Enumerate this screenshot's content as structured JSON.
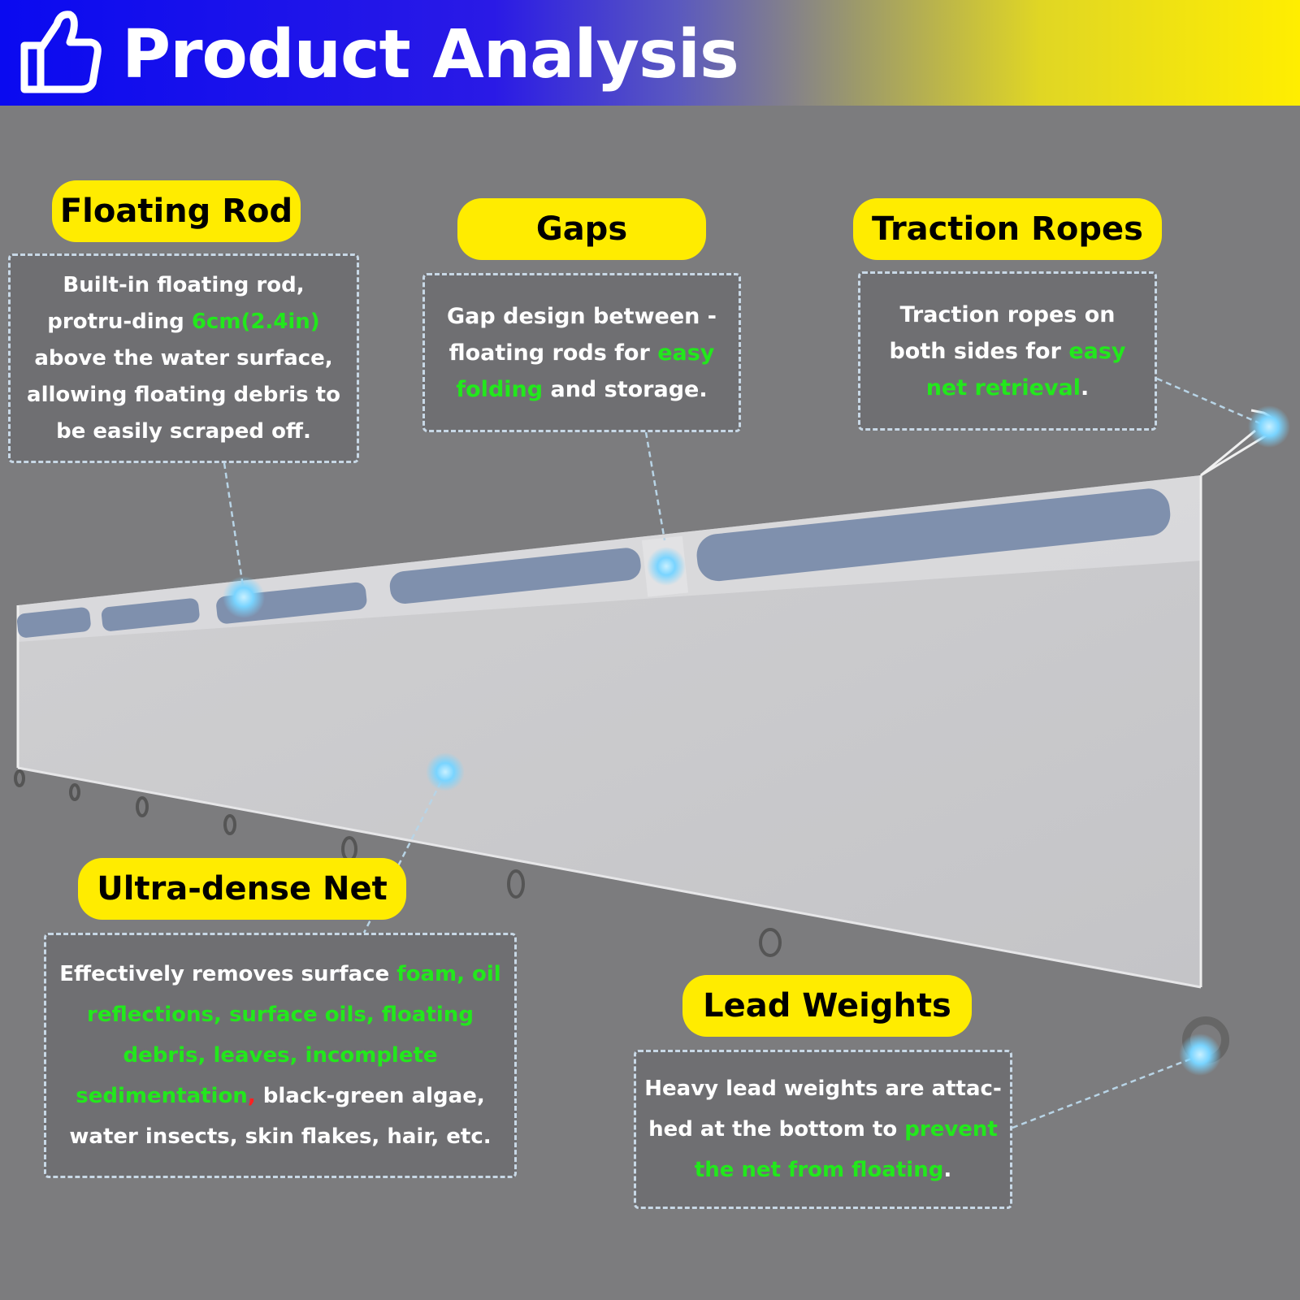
{
  "header": {
    "title": "Product Analysis",
    "icon": "thumbs-up-icon"
  },
  "colors": {
    "highlight": "#22e81c",
    "label_bg": "#ffec00",
    "background": "#7c7c7e",
    "marker": "#8ad8ff"
  },
  "callouts": {
    "floating_rod": {
      "label": "Floating Rod",
      "t1": "Built-in floating rod, protru-ding ",
      "h1": "6cm(2.4in)",
      "t2": " above the water surface, allowing floating debris to be easily scraped off."
    },
    "gaps": {
      "label": "Gaps",
      "t1": "Gap design between - floating rods for ",
      "h1": "easy folding",
      "t2": " and storage."
    },
    "traction_ropes": {
      "label": "Traction Ropes",
      "t1": "Traction ropes on both sides for ",
      "h1": "easy net retrieval",
      "t2": "."
    },
    "ultra_dense_net": {
      "label": "Ultra-dense Net",
      "t1": "Effectively removes surface ",
      "h1": "foam, oil reflections, surface oils, floating debris, leaves, incomplete sedimentation",
      "r1": ",",
      "t2": " black-green algae, water insects, skin flakes, hair, etc."
    },
    "lead_weights": {
      "label": "Lead Weights",
      "t1": "Heavy lead weights are attac-hed at the bottom to ",
      "h1": "prevent the net from floating",
      "t2": "."
    }
  }
}
